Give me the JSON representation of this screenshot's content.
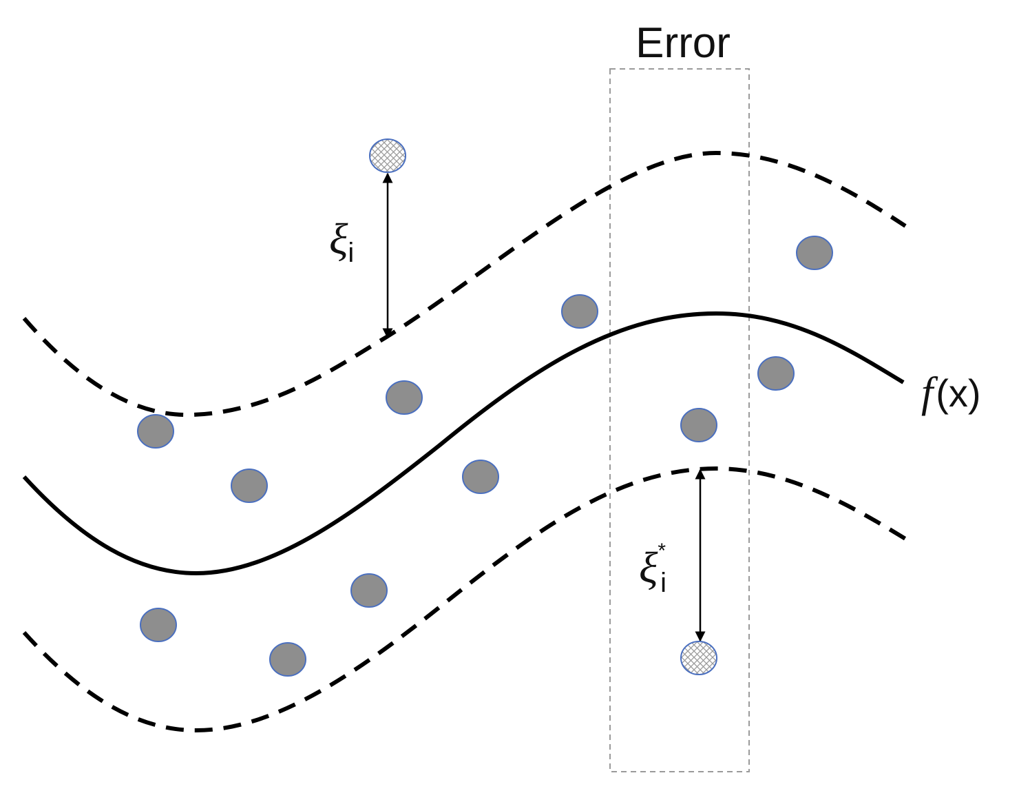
{
  "labels": {
    "error_box": "Error",
    "function": "f",
    "function_arg": "(x)",
    "slack_upper_symbol": "ξ",
    "slack_upper_sub": "i",
    "slack_lower_symbol": "ξ",
    "slack_lower_sup": "*",
    "slack_lower_sub": "i"
  },
  "colors": {
    "line": "#000000",
    "box": "#9a9a9a",
    "point_fill": "#8e8e8e",
    "point_stroke": "#4a6fbf",
    "outlier_fill": "#ffffff",
    "outlier_hatch": "#9a9a9a"
  }
}
